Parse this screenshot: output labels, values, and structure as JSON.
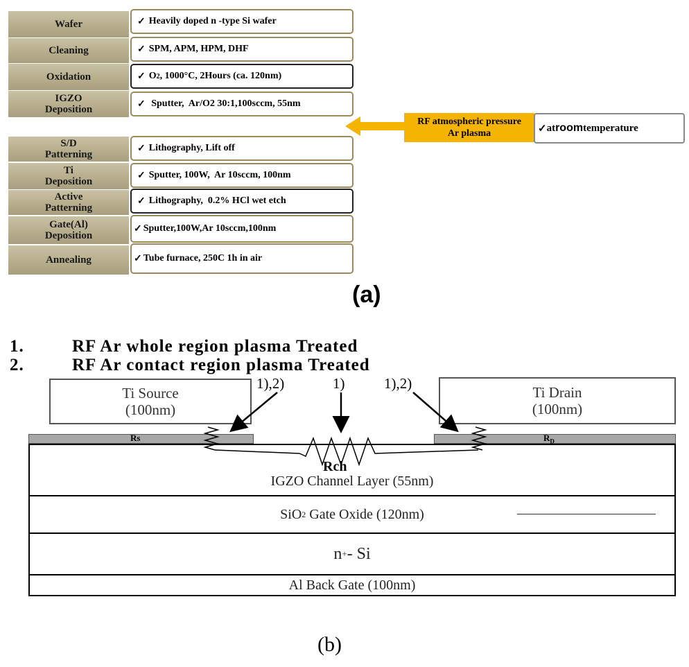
{
  "part_a": {
    "steps": [
      {
        "label": "Wafer",
        "detail": "Heavily doped n  -type Si wafer"
      },
      {
        "label": "Cleaning",
        "detail": "SPM, APM, HPM, DHF"
      },
      {
        "label": "Oxidation",
        "detail_pre": "O",
        "detail_sub": "2",
        "detail_post": ", 1000°C,  2Hours (ca. 120nm)"
      },
      {
        "label_1": "IGZO",
        "label_2": "Deposition",
        "detail": " Sputter,  Ar/O2 30:1,100sccm, 55nm"
      },
      {
        "label_1": "S/D",
        "label_2": "Patterning",
        "detail": "Lithography, Lift off"
      },
      {
        "label_1": "Ti",
        "label_2": "Deposition",
        "detail": "Sputter, 100W,  Ar 10sccm, 100nm"
      },
      {
        "label_1": "Active",
        "label_2": "Patterning",
        "detail": "Lithography,  0.2% HCl wet etch"
      },
      {
        "label_1": "Gate(Al)",
        "label_2": "Deposition",
        "detail": "Sputter,100W,Ar 10sccm,100nm"
      },
      {
        "label": "Annealing",
        "detail": "Tube furnace, 250C 1h in air"
      }
    ],
    "check_mark": "✓",
    "plasma_line1": "RF atmospheric pressure",
    "plasma_line2": "Ar plasma",
    "temp_pre": "at ",
    "temp_room": "room",
    "temp_post": " temperature",
    "caption": "(a)",
    "colors": {
      "label_bg": "#b7ae8d",
      "box_border": "#9c8a5a",
      "plasma": "#f5b400"
    }
  },
  "part_b": {
    "list": [
      {
        "num": "1.",
        "text": "RF Ar whole region plasma Treated"
      },
      {
        "num": "2.",
        "text": "RF Ar contact region plasma Treated"
      }
    ],
    "source_line1": "Ti Source",
    "source_line2": "(100nm)",
    "drain_line1": "Ti Drain",
    "drain_line2": "(100nm)",
    "arrow_labels": {
      "left": "1),2)",
      "middle": "1)",
      "right": "1),2)"
    },
    "rs": "Rs",
    "rd": "R",
    "rd_sub": "D",
    "rch": "Rch",
    "layers": {
      "channel": "IGZO Channel Layer (55nm)",
      "oxide_pre": "SiO",
      "oxide_sub": "2",
      "oxide_post": " Gate Oxide (120nm)",
      "si_pre": "n",
      "si_sup": "+",
      "si_post": "- Si",
      "back_gate": "Al Back Gate (100nm)"
    },
    "caption": "(b)"
  }
}
